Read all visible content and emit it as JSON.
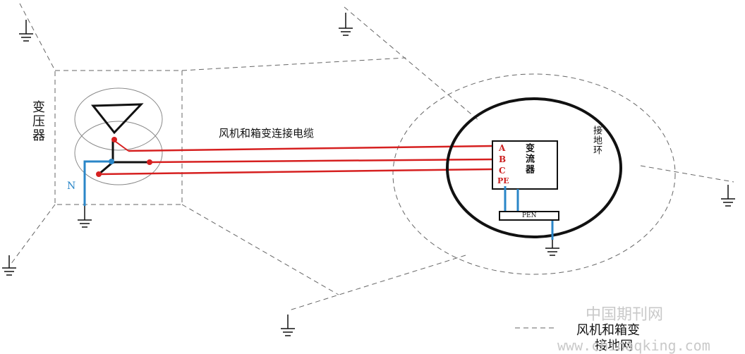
{
  "labels": {
    "transformer": "变压器",
    "cable": "风机和箱变连接电缆",
    "converter": "变流器",
    "ground_ring": "接地环",
    "neutral": "N",
    "phase_a": "A",
    "phase_b": "B",
    "phase_c": "C",
    "pe": "PE",
    "pen": "PEN",
    "legend_line1": "风机和箱变",
    "legend_line2": "接地网"
  },
  "watermark": {
    "line1": "中国期刊网",
    "line2": "www.chinaqking.com"
  },
  "colors": {
    "phase_wire": "#d62020",
    "neutral_wire": "#2a86c8",
    "line": "#111111",
    "dashed": "#666666"
  }
}
